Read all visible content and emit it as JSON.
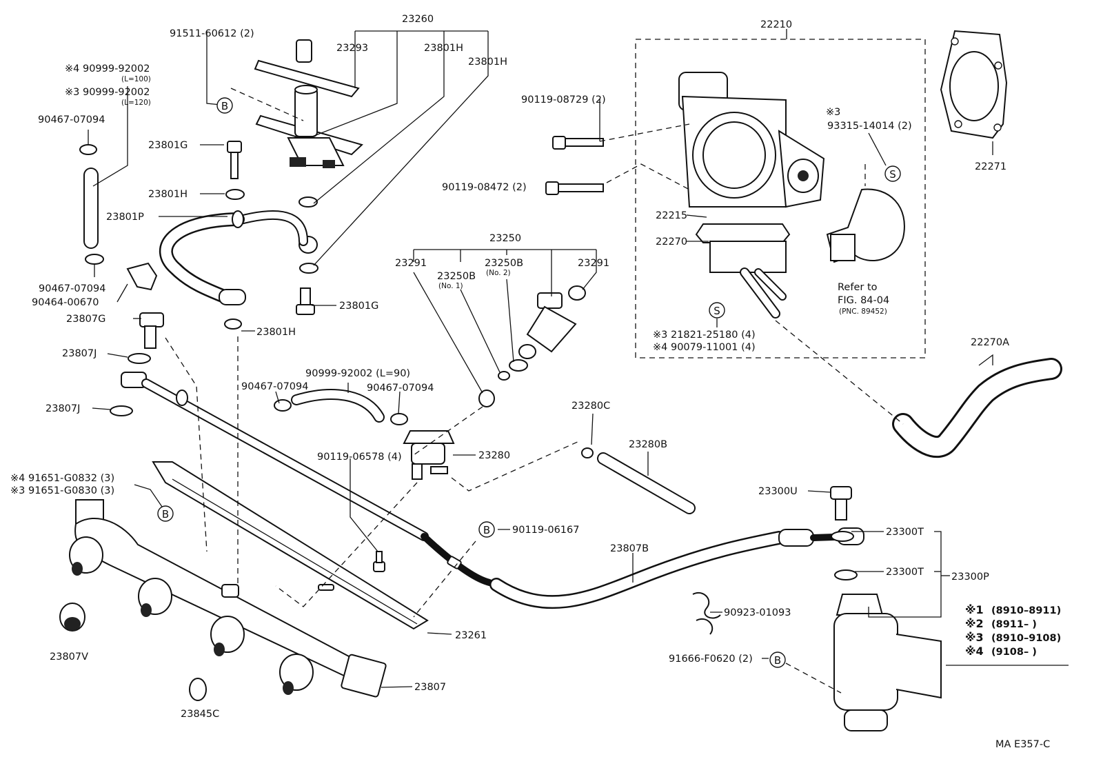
{
  "diagram_code": "MA E357-C",
  "labels": {
    "p23260": "23260",
    "p91511": "91511-60612 (2)",
    "p23293": "23293",
    "p23801H_a": "23801H",
    "p23801H_b": "23801H",
    "p9099_100": "※4  90999-92002",
    "l100": "(L=100)",
    "p9099_120": "※3  90999-92002",
    "l120": "(L=120)",
    "p90467_a": "90467-07094",
    "p23801G_a": "23801G",
    "p23801H_c": "23801H",
    "p23801P": "23801P",
    "p90467_b": "90467-07094",
    "p90464": "90464-00670",
    "p23801G_b": "23801G",
    "p23807G": "23807G",
    "p23801H_d": "23801H",
    "p23807J_a": "23807J",
    "p23807J_b": "23807J",
    "p22210": "22210",
    "p90119_08729": "90119-08729 (2)",
    "p90119_08472": "90119-08472 (2)",
    "p93315_star": "※3",
    "p93315": "93315-14014 (2)",
    "p22271": "22271",
    "p22215": "22215",
    "p22270": "22270",
    "refer1": "Refer to",
    "refer2": "FIG. 84-04",
    "refer3": "(PNC. 89452)",
    "p21821": "※3   21821-25180 (4)",
    "p90079": "※4   90079-11001 (4)",
    "p22270A": "22270A",
    "p23250": "23250",
    "p23291_a": "23291",
    "p23250B_1": "23250B",
    "no1": "(No. 1)",
    "p23250B_2": "23250B",
    "no2": "(No. 2)",
    "p23291_b": "23291",
    "p9099_90": "90999-92002 (L=90)",
    "p90467_c": "90467-07094",
    "p90467_d": "90467-07094",
    "p23280C": "23280C",
    "p23280B": "23280B",
    "p23280": "23280",
    "p90119_06578": "90119-06578 (4)",
    "p91651_g0832": "※4  91651-G0832 (3)",
    "p91651_g0830": "※3  91651-G0830 (3)",
    "p90119_06167": "90119-06167",
    "p23807B": "23807B",
    "p23300U": "23300U",
    "p23300T_a": "23300T",
    "p23300T_b": "23300T",
    "p23300P": "23300P",
    "p90923": "90923-01093",
    "p91666": "91666-F0620 (2)",
    "p23261": "23261",
    "p23807V": "23807V",
    "p23807": "23807",
    "p23845C": "23845C",
    "mark_B": "B",
    "mark_S": "S"
  },
  "legend": [
    {
      "mark": "※1",
      "range": "(8910–8911)"
    },
    {
      "mark": "※2",
      "range": "(8911–        )"
    },
    {
      "mark": "※3",
      "range": "(8910–9108)"
    },
    {
      "mark": "※4",
      "range": "(9108–        )"
    }
  ]
}
